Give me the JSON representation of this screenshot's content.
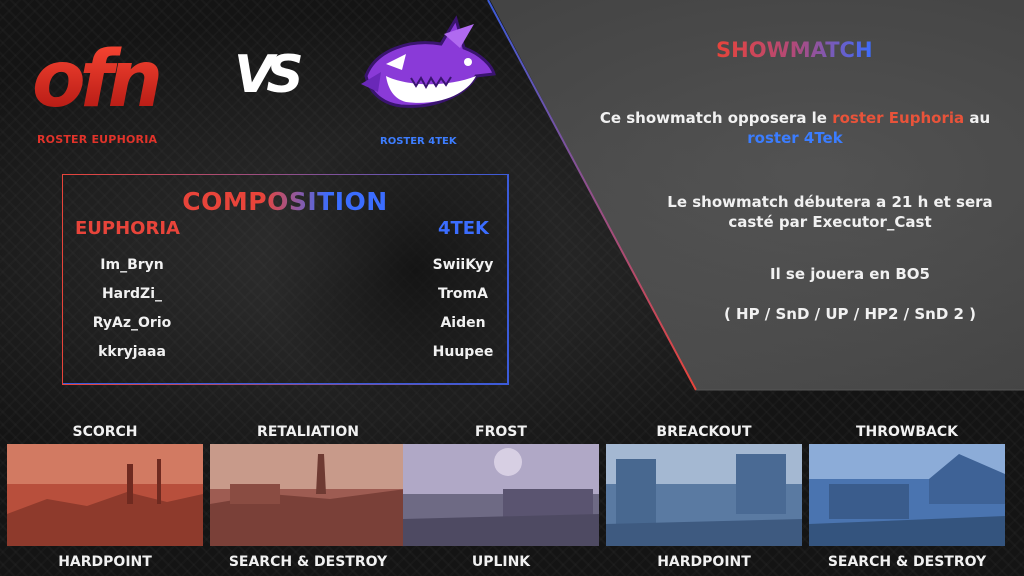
{
  "header": {
    "team_left_logo_text": "ofn",
    "vs_text": "VS",
    "roster_left": "ROSTER EUPHORIA",
    "roster_right": "ROSTER 4TEK"
  },
  "composition": {
    "title": "COMPOSITION",
    "team_left": {
      "name": "EUPHORIA",
      "players": [
        "Im_Bryn",
        "HardZi_",
        "RyAz_Orio",
        "kkryjaaa"
      ]
    },
    "team_right": {
      "name": "4TEK",
      "players": [
        "SwiiKyy",
        "TromA",
        "Aiden",
        "Huupee"
      ]
    }
  },
  "showmatch": {
    "title": "SHOWMATCH",
    "p1_a": "Ce showmatch opposera le ",
    "p1_hl_red": "roster Euphoria",
    "p1_b": " au ",
    "p1_hl_blue": "roster 4Tek",
    "p2_line1": "Le showmatch débutera a 21 h et sera",
    "p2_line2": "casté par Executor_Cast",
    "p3_line1": "Il se jouera en BO5",
    "p3_line2": "( HP / SnD / UP / HP2 / SnD 2 )"
  },
  "maps": [
    {
      "name": "SCORCH",
      "mode": "HARDPOINT",
      "tint": "#c0543f"
    },
    {
      "name": "RETALIATION",
      "mode": "SEARCH & DESTROY",
      "tint": "#a0594f"
    },
    {
      "name": "FROST",
      "mode": "UPLINK",
      "tint": "#7d7290"
    },
    {
      "name": "BREACKOUT",
      "mode": "HARDPOINT",
      "tint": "#5f7fa8"
    },
    {
      "name": "THROWBACK",
      "mode": "SEARCH & DESTROY",
      "tint": "#4f7ab8"
    }
  ],
  "colors": {
    "red": "#e8443a",
    "blue": "#3b6dff",
    "shark_purple": "#8a3ad8"
  }
}
